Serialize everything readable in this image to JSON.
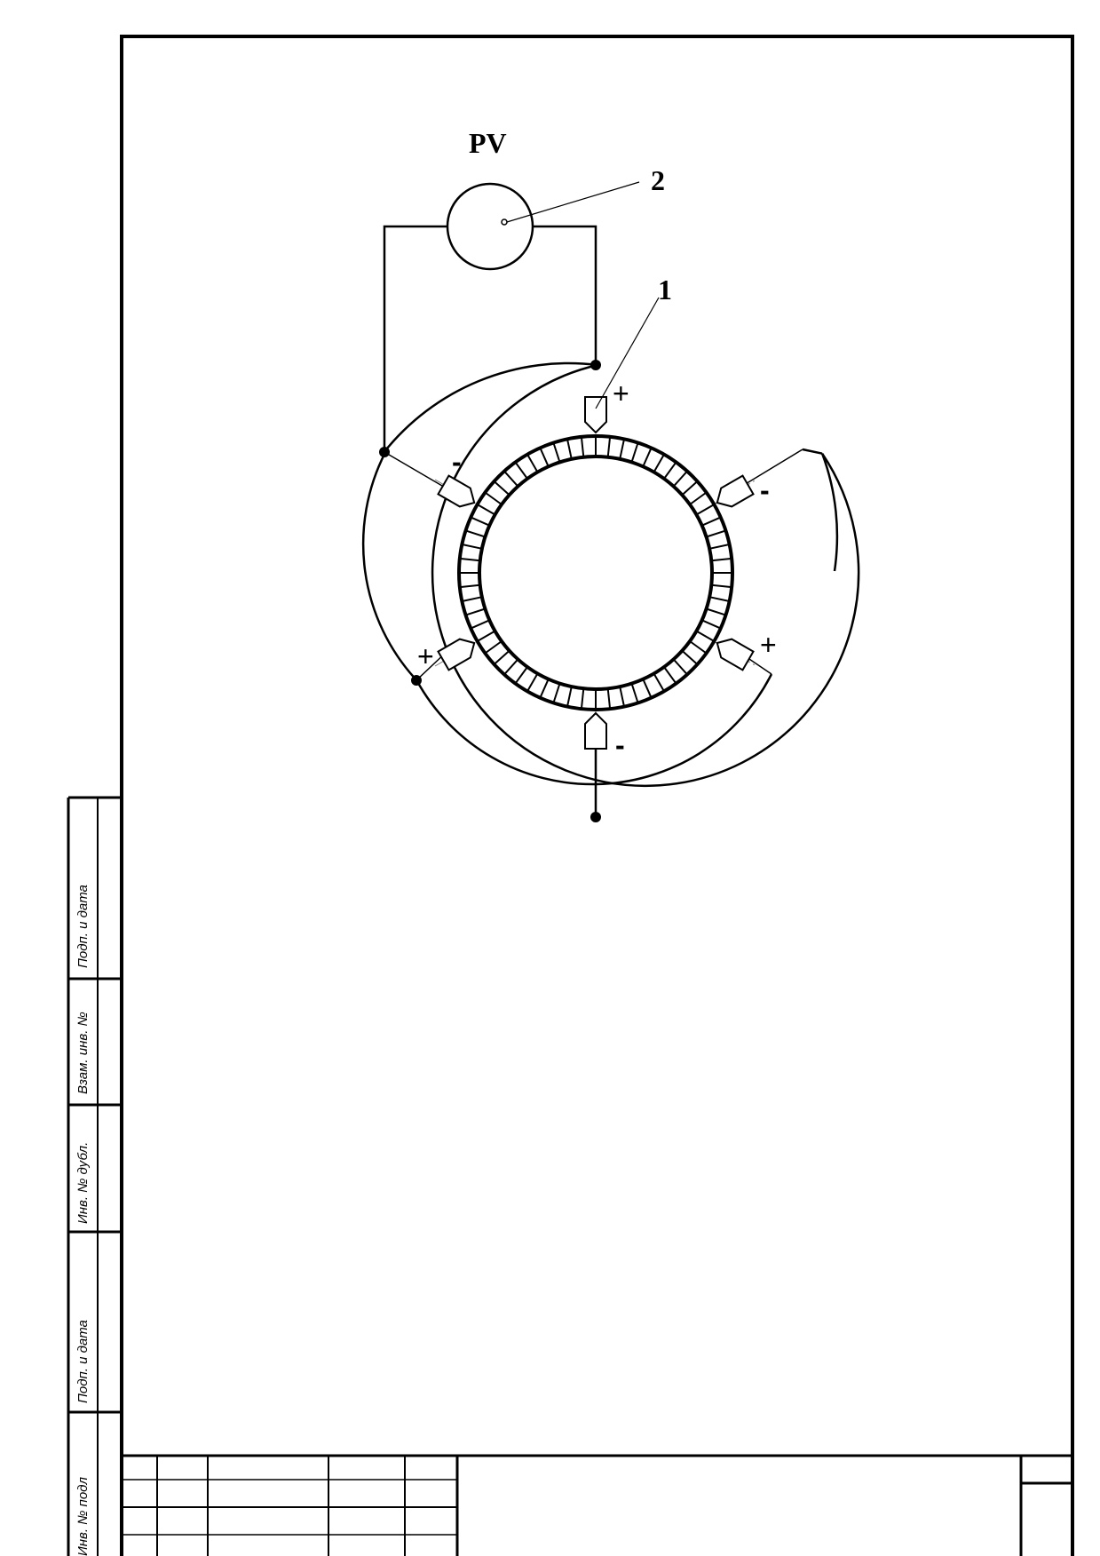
{
  "diagram": {
    "meter_label": "PV",
    "callout_1": "1",
    "callout_2": "2",
    "brush_signs": {
      "top": "+",
      "upper_left": "-",
      "upper_right": "-",
      "lower_left": "+",
      "lower_right": "+",
      "bottom": "-"
    },
    "commutator_segments": 60
  },
  "side_stamp": {
    "field_1": "Подп. и дата",
    "field_2": "Взам. инв. №",
    "field_3": "Инв. № дубл.",
    "field_4": "Подп. и дата",
    "field_5": "Инв. № подл"
  },
  "title_block": {
    "cells": []
  }
}
